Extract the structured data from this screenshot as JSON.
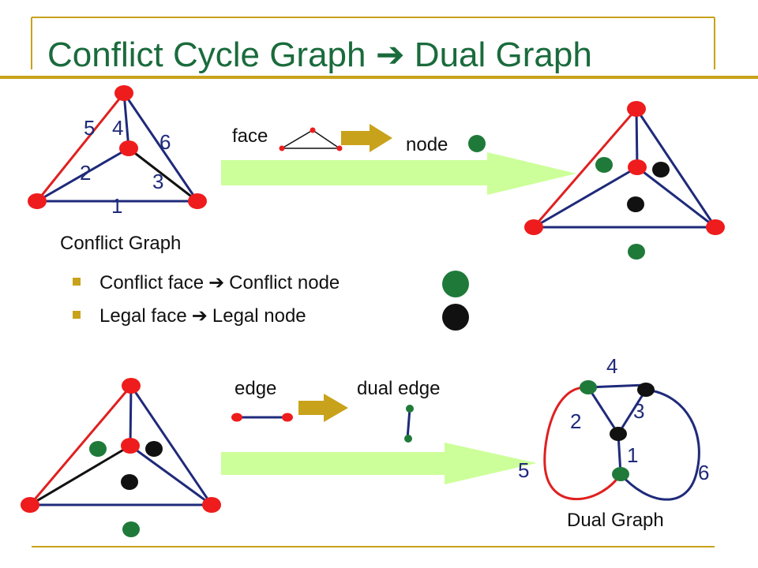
{
  "title": "Conflict Cycle Graph ➔ Dual Graph",
  "colors": {
    "title": "#1a6b3c",
    "accent": "#c8a21a",
    "conflict_edge": "#e02020",
    "legal_edge": "#1f2a7a",
    "black_edge": "#111111",
    "vertex": "#ee1c1c",
    "conflict_node": "#1f7a3a",
    "legal_node": "#111111",
    "big_arrow": "#ccff99",
    "small_arrow": "#c8a21a"
  },
  "conflict_graph": {
    "caption": "Conflict Graph",
    "edge_labels": [
      "1",
      "2",
      "3",
      "4",
      "5",
      "6"
    ]
  },
  "transform_face": {
    "from_label": "face",
    "to_label": "node"
  },
  "bullets": [
    {
      "from": "Conflict face",
      "arrow": "➔",
      "to": "Conflict node",
      "marker": "conflict-node"
    },
    {
      "from": "Legal face",
      "arrow": "➔",
      "to": "Legal node",
      "marker": "legal-node"
    }
  ],
  "transform_edge": {
    "from_label": "edge",
    "to_label": "dual edge"
  },
  "dual_graph": {
    "caption": "Dual Graph",
    "edge_labels": [
      "1",
      "2",
      "3",
      "4",
      "5",
      "6"
    ]
  }
}
